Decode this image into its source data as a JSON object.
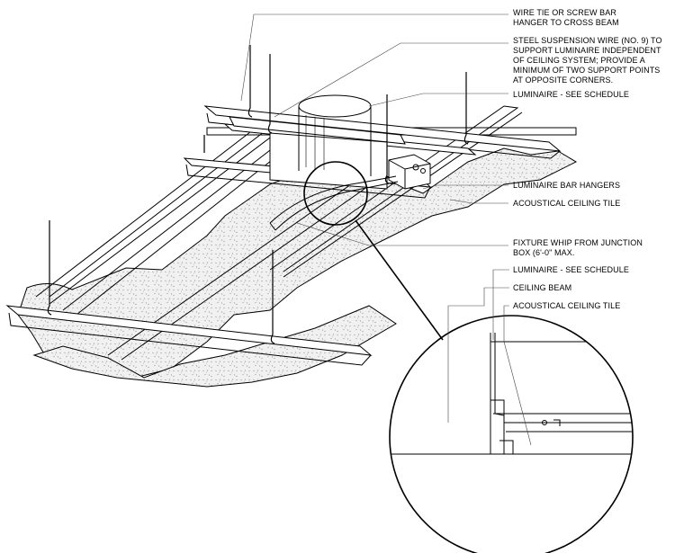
{
  "callouts": {
    "wire_tie": [
      "WIRE TIE OR SCREW BAR",
      "HANGER TO CROSS BEAM"
    ],
    "suspension_wire": [
      "STEEL SUSPENSION WIRE (NO. 9) TO",
      "SUPPORT LUMINAIRE INDEPENDENT",
      "OF CEILING SYSTEM; PROVIDE A",
      "MINIMUM OF TWO SUPPORT POINTS",
      "AT OPPOSITE CORNERS."
    ],
    "luminaire_top": [
      "LUMINAIRE - SEE SCHEDULE"
    ],
    "bar_hangers": [
      "LUMINAIRE BAR HANGERS"
    ],
    "ceiling_tile_top": [
      "ACOUSTICAL CEILING TILE"
    ],
    "fixture_whip": [
      "FIXTURE WHIP FROM JUNCTION",
      "BOX (6'-0\" MAX."
    ],
    "luminaire_detail": [
      "LUMINAIRE - SEE SCHEDULE"
    ],
    "ceiling_beam": [
      "CEILING BEAM"
    ],
    "ceiling_tile_detail": [
      "ACOUSTICAL CEILING TILE"
    ]
  }
}
